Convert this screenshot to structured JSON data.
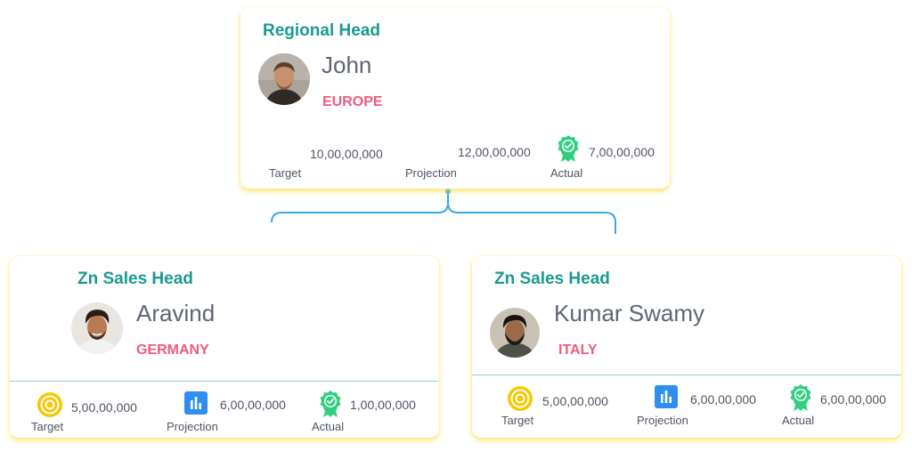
{
  "top": {
    "role": "Regional Head",
    "name": "John",
    "region": "EUROPE",
    "target": {
      "value": "10,00,00,000",
      "label": "Target"
    },
    "projection": {
      "value": "12,00,00,000",
      "label": "Projection"
    },
    "actual": {
      "value": "7,00,00,000",
      "label": "Actual"
    }
  },
  "left": {
    "role": "Zn Sales Head",
    "name": "Aravind",
    "region": "GERMANY",
    "target": {
      "value": "5,00,00,000",
      "label": "Target"
    },
    "projection": {
      "value": "6,00,00,000",
      "label": "Projection"
    },
    "actual": {
      "value": "1,00,00,000",
      "label": "Actual"
    }
  },
  "right": {
    "role": "Zn Sales Head",
    "name": "Kumar Swamy",
    "region": "ITALY",
    "target": {
      "value": "5,00,00,000",
      "label": "Target"
    },
    "projection": {
      "value": "6,00,00,000",
      "label": "Projection"
    },
    "actual": {
      "value": "6,00,00,000",
      "label": "Actual"
    }
  },
  "icons": {
    "target": "target-icon",
    "projection": "bar-chart-icon",
    "actual": "award-badge-icon"
  },
  "colors": {
    "role": "#1a9a90",
    "region": "#ef5b7a",
    "name": "#5d6475",
    "connector": "#3aa8e8",
    "card_glow": "#fadc3c",
    "target_icon": "#f5c800",
    "projection_icon": "#2e8ff0",
    "actual_icon": "#2fcf7f"
  }
}
